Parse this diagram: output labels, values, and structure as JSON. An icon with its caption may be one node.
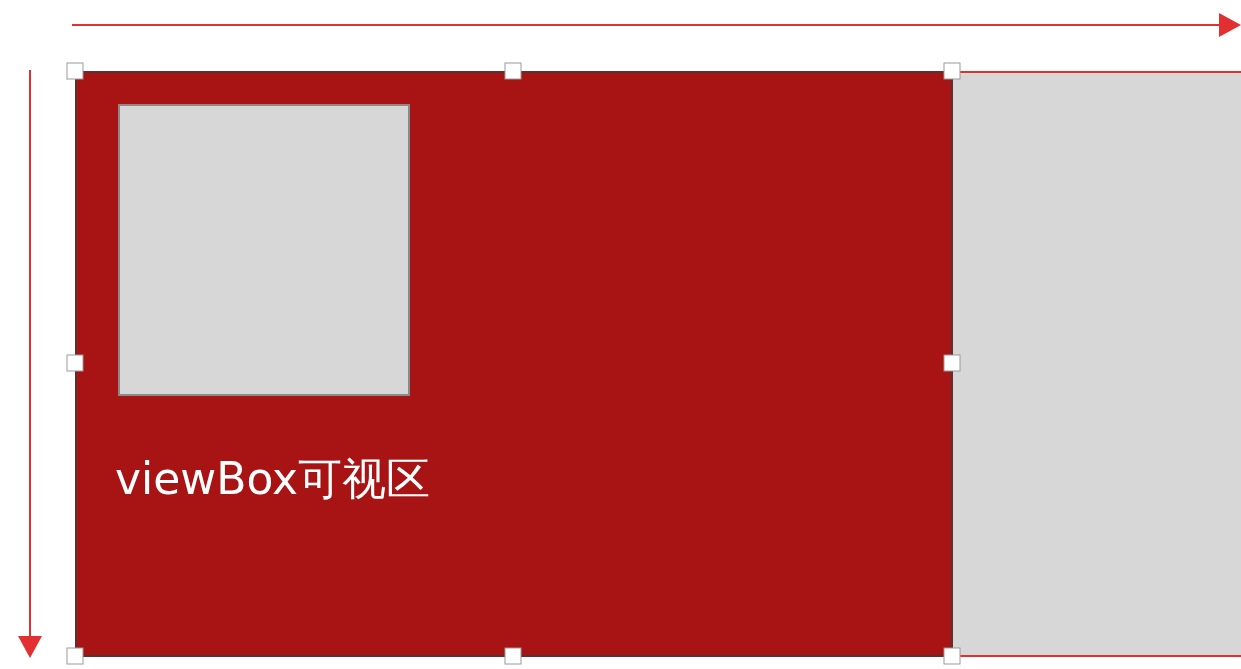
{
  "diagram": {
    "nodes": [
      {
        "text": [
          "viewBox可视区"
        ]
      },
      {
        "text": [],
        "shape": "box",
        "in": 0
      },
      {
        "text": [],
        "shape": "box"
      }
    ]
  }
}
